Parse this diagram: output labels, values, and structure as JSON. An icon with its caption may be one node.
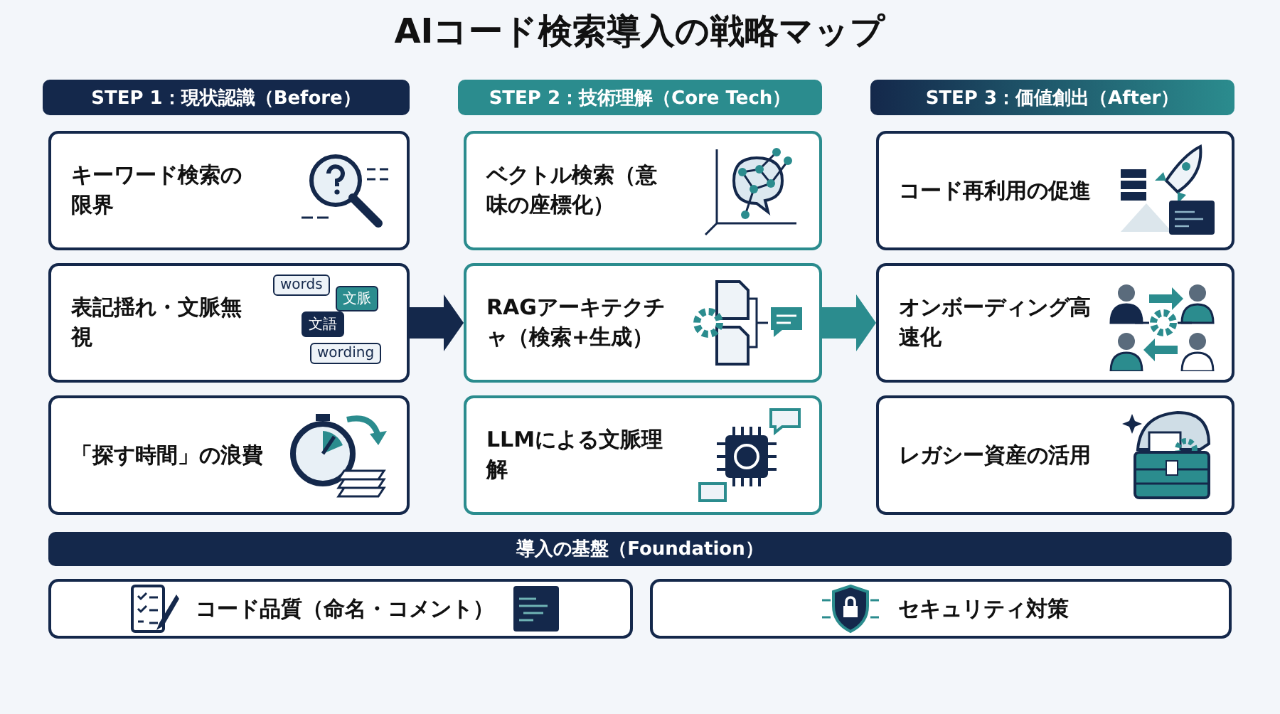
{
  "diagram": {
    "title": "AIコード検索導入の戦略マップ",
    "nodes": [
      {
        "text": [
          "STEP 1：現状認識（Before）"
        ]
      },
      {
        "text": [
          "キーワード検索の限界"
        ]
      },
      {
        "text": [
          "表記揺れ・文脈無視"
        ]
      },
      {
        "text": [
          "「探す時間」の浪費"
        ]
      },
      {
        "text": [
          "STEP 2：技術理解（Core Tech）"
        ]
      },
      {
        "text": [
          "ベクトル検索（意味の座標化）"
        ]
      },
      {
        "text": [
          "RAGアーキテクチャ（検索+生成）"
        ]
      },
      {
        "text": [
          "LLMによる文脈理解"
        ]
      },
      {
        "text": [
          "STEP 3：価値創出（After）"
        ]
      },
      {
        "text": [
          "コード再利用の促進"
        ]
      },
      {
        "text": [
          "オンボーディング高速化"
        ]
      },
      {
        "text": [
          "レガシー資産の活用"
        ]
      },
      {
        "text": [
          "導入の基盤（Foundation）"
        ]
      },
      {
        "text": [
          "コード品質（命名・コメント）"
        ]
      },
      {
        "text": [
          "セキュリティ対策"
        ]
      }
    ],
    "edges": [
      {
        "from": 2,
        "to": 6,
        "arrow": "to",
        "style": "thick",
        "color": "#14284b"
      },
      {
        "from": 6,
        "to": 10,
        "arrow": "to",
        "style": "thick",
        "color": "#2b8c8e"
      }
    ],
    "labels": [
      "words",
      "文脈",
      "文語",
      "wording"
    ]
  }
}
